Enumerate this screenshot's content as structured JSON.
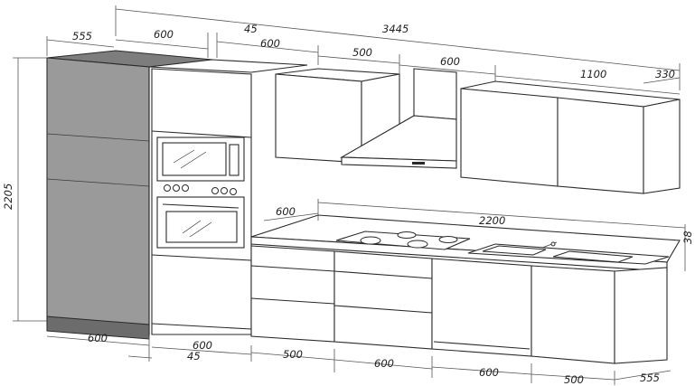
{
  "dimensions": {
    "total_width": "3445",
    "fridge_depth": "555",
    "fridge_width_top": "600",
    "gap_top": "45",
    "oven_tower_width_top": "600",
    "wall_cabinet_left": "500",
    "hood_width": "600",
    "wall_cabinet_right": "1100",
    "wall_cabinet_depth": "330",
    "total_height": "2205",
    "counter_depth": "600",
    "counter_length": "2200",
    "counter_thickness": "38",
    "fridge_width_bottom": "600",
    "oven_tower_width_bottom": "600",
    "gap_bottom": "45",
    "base_drawers_1": "500",
    "base_drawers_2": "600",
    "base_dishwasher": "600",
    "base_sink": "500",
    "base_depth": "555"
  }
}
